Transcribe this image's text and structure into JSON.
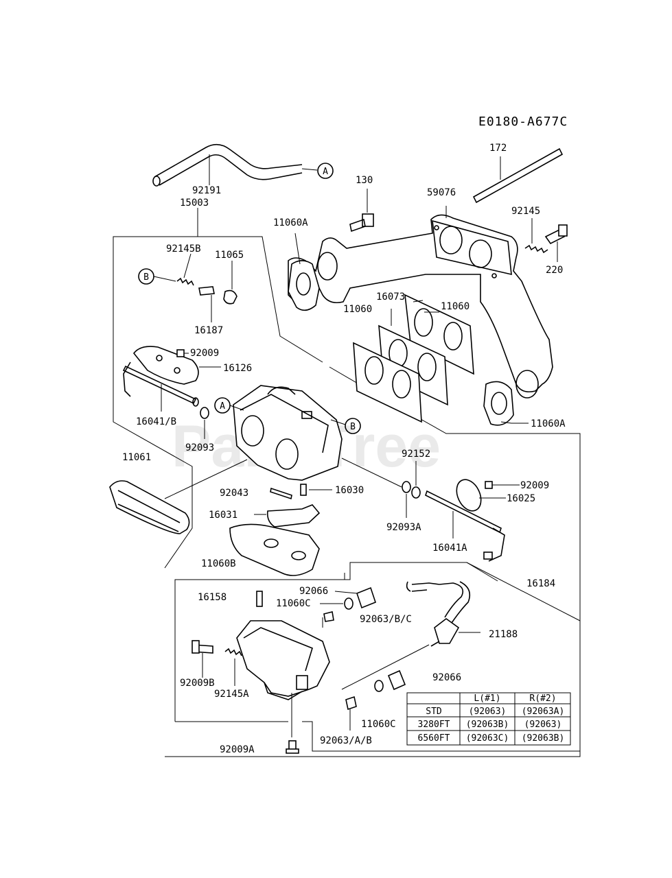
{
  "diagram_code": "E0180-A677C",
  "watermark": "PartsTree",
  "callouts": [
    "A",
    "B"
  ],
  "labels": {
    "p92191": "92191",
    "p15003": "15003",
    "p130": "130",
    "p59076": "59076",
    "p172": "172",
    "p92145": "92145",
    "p220": "220",
    "p11060A_top": "11060A",
    "p92145B": "92145B",
    "p11065": "11065",
    "p16187": "16187",
    "p16073": "16073",
    "p11060_l": "11060",
    "p11060_r": "11060",
    "p92009_a": "92009",
    "p16126": "16126",
    "p16041B": "16041/B",
    "p92093": "92093",
    "p11060A_bot": "11060A",
    "p11061": "11061",
    "p92152": "92152",
    "p92009_b": "92009",
    "p16025": "16025",
    "p92043": "92043",
    "p16030": "16030",
    "p16031": "16031",
    "p92093A": "92093A",
    "p16041A": "16041A",
    "p11060B": "11060B",
    "p16184": "16184",
    "p16158": "16158",
    "p92066_a": "92066",
    "p11060C_a": "11060C",
    "p92063BC": "92063/B/C",
    "p21188": "21188",
    "p92066_b": "92066",
    "p92009B": "92009B",
    "p92145A": "92145A",
    "p11060C_b": "11060C",
    "p92063AB": "92063/A/B",
    "p92009A": "92009A"
  },
  "table": {
    "headers": [
      "",
      "L(#1)",
      "R(#2)"
    ],
    "rows": [
      [
        "STD",
        "(92063)",
        "(92063A)"
      ],
      [
        "3280FT",
        "(92063B)",
        "(92063)"
      ],
      [
        "6560FT",
        "(92063C)",
        "(92063B)"
      ]
    ]
  }
}
